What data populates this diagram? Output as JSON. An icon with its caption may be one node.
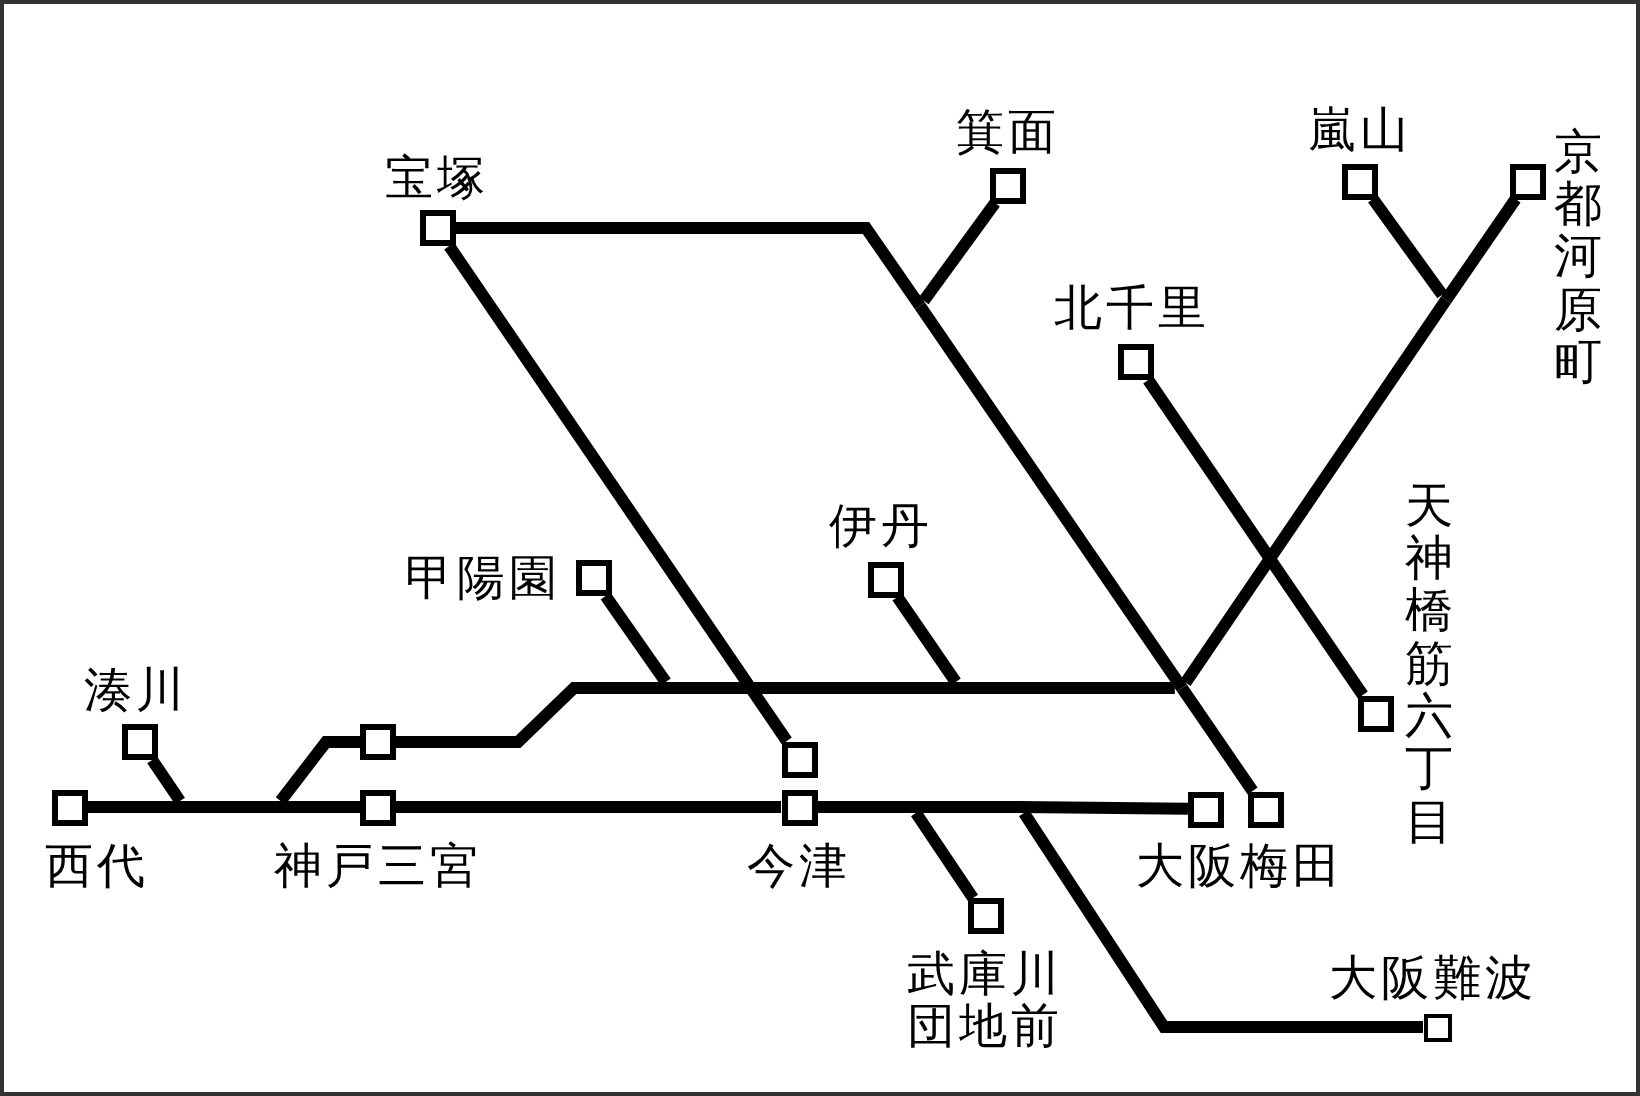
{
  "diagram": {
    "nodes": [
      {
        "text": [
          "宝塚"
        ]
      },
      {
        "text": [
          "箕面"
        ]
      },
      {
        "text": [
          "嵐山"
        ]
      },
      {
        "text": [
          "京都河原町"
        ]
      },
      {
        "text": [
          "北千里"
        ]
      },
      {
        "text": [
          "天神橋筋六丁目"
        ]
      },
      {
        "text": [
          "甲陽園"
        ]
      },
      {
        "text": [
          "伊丹"
        ]
      },
      {
        "text": [
          "湊川"
        ]
      },
      {
        "text": [],
        "shape": "box"
      },
      {
        "text": [],
        "shape": "box"
      },
      {
        "text": [
          "西代"
        ]
      },
      {
        "text": [
          "神戸三宮"
        ]
      },
      {
        "text": [
          "今津"
        ]
      },
      {
        "text": [
          "大阪梅田"
        ]
      },
      {
        "text": [],
        "shape": "box"
      },
      {
        "text": [
          "武庫川団地前"
        ]
      },
      {
        "text": [
          "大阪難波"
        ]
      }
    ],
    "edges": [
      {
        "from": 11,
        "to": 12,
        "arrow": "none"
      },
      {
        "from": 11,
        "to": 9,
        "arrow": "none"
      },
      {
        "from": 8,
        "to": 12,
        "arrow": "none"
      },
      {
        "from": 8,
        "to": 9,
        "arrow": "none"
      },
      {
        "from": 12,
        "to": 13,
        "arrow": "none"
      },
      {
        "from": 13,
        "to": 14,
        "arrow": "none"
      },
      {
        "from": 13,
        "to": 16,
        "arrow": "none"
      },
      {
        "from": 13,
        "to": 17,
        "arrow": "none"
      },
      {
        "from": 9,
        "to": 15,
        "arrow": "none"
      },
      {
        "from": 6,
        "to": 15,
        "arrow": "none"
      },
      {
        "from": 7,
        "to": 15,
        "arrow": "none"
      },
      {
        "from": 0,
        "to": 15,
        "arrow": "none"
      },
      {
        "from": 1,
        "to": 15,
        "arrow": "none"
      },
      {
        "from": 3,
        "to": 15,
        "arrow": "none"
      },
      {
        "from": 2,
        "to": 15,
        "arrow": "none"
      },
      {
        "from": 4,
        "to": 5,
        "arrow": "none"
      },
      {
        "from": 0,
        "to": 10,
        "arrow": "none"
      }
    ]
  }
}
